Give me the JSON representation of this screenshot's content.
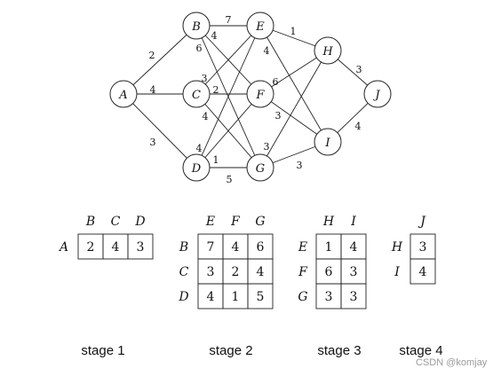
{
  "graph": {
    "nodes": [
      "A",
      "B",
      "C",
      "D",
      "E",
      "F",
      "G",
      "H",
      "I",
      "J"
    ],
    "edges": [
      {
        "from": "A",
        "to": "B",
        "w": "2"
      },
      {
        "from": "A",
        "to": "C",
        "w": "4"
      },
      {
        "from": "A",
        "to": "D",
        "w": "3"
      },
      {
        "from": "B",
        "to": "E",
        "w": "7"
      },
      {
        "from": "B",
        "to": "F",
        "w": "4"
      },
      {
        "from": "B",
        "to": "G",
        "w": "6"
      },
      {
        "from": "C",
        "to": "E",
        "w": "3"
      },
      {
        "from": "C",
        "to": "F",
        "w": "2"
      },
      {
        "from": "C",
        "to": "G",
        "w": "4"
      },
      {
        "from": "D",
        "to": "E",
        "w": "4"
      },
      {
        "from": "D",
        "to": "F",
        "w": "1"
      },
      {
        "from": "D",
        "to": "G",
        "w": "5"
      },
      {
        "from": "E",
        "to": "H",
        "w": "1"
      },
      {
        "from": "E",
        "to": "I",
        "w": "4"
      },
      {
        "from": "F",
        "to": "H",
        "w": "6"
      },
      {
        "from": "F",
        "to": "I",
        "w": "3"
      },
      {
        "from": "G",
        "to": "H",
        "w": "3"
      },
      {
        "from": "G",
        "to": "I",
        "w": "3"
      },
      {
        "from": "H",
        "to": "J",
        "w": "3"
      },
      {
        "from": "I",
        "to": "J",
        "w": "4"
      }
    ]
  },
  "tables": [
    {
      "rows": [
        "A"
      ],
      "cols": [
        "B",
        "C",
        "D"
      ],
      "cells": [
        [
          "2",
          "4",
          "3"
        ]
      ]
    },
    {
      "rows": [
        "B",
        "C",
        "D"
      ],
      "cols": [
        "E",
        "F",
        "G"
      ],
      "cells": [
        [
          "7",
          "4",
          "6"
        ],
        [
          "3",
          "2",
          "4"
        ],
        [
          "4",
          "1",
          "5"
        ]
      ]
    },
    {
      "rows": [
        "E",
        "F",
        "G"
      ],
      "cols": [
        "H",
        "I"
      ],
      "cells": [
        [
          "1",
          "4"
        ],
        [
          "6",
          "3"
        ],
        [
          "3",
          "3"
        ]
      ]
    },
    {
      "rows": [
        "H",
        "I"
      ],
      "cols": [
        "J"
      ],
      "cells": [
        [
          "3"
        ],
        [
          "4"
        ]
      ]
    }
  ],
  "stages": [
    "stage 1",
    "stage 2",
    "stage 3",
    "stage 4"
  ],
  "watermark": "CSDN @komjay"
}
